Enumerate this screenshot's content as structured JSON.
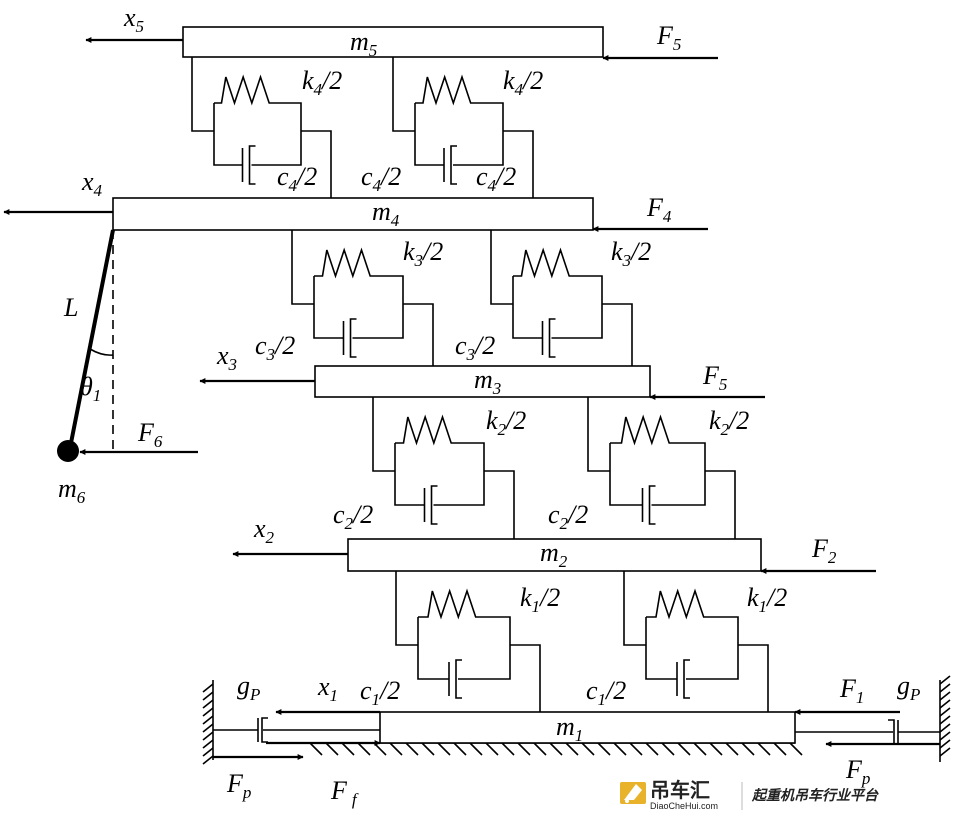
{
  "masses": {
    "m1": {
      "base": "m",
      "sub": "1"
    },
    "m2": {
      "base": "m",
      "sub": "2"
    },
    "m3": {
      "base": "m",
      "sub": "3"
    },
    "m4": {
      "base": "m",
      "sub": "4"
    },
    "m5": {
      "base": "m",
      "sub": "5"
    },
    "m6": {
      "base": "m",
      "sub": "6"
    }
  },
  "displacements": {
    "x1": {
      "base": "x",
      "sub": "1"
    },
    "x2": {
      "base": "x",
      "sub": "2"
    },
    "x3": {
      "base": "x",
      "sub": "3"
    },
    "x4": {
      "base": "x",
      "sub": "4"
    },
    "x5": {
      "base": "x",
      "sub": "5"
    }
  },
  "forces": {
    "F1": {
      "base": "F",
      "sub": "1"
    },
    "F2": {
      "base": "F",
      "sub": "2"
    },
    "F3_label": {
      "base": "F",
      "sub": "5"
    },
    "F4": {
      "base": "F",
      "sub": "4"
    },
    "F5": {
      "base": "F",
      "sub": "5"
    },
    "F6": {
      "base": "F",
      "sub": "6"
    },
    "Fp_left": {
      "base": "F",
      "sub": "p"
    },
    "Fp_right": {
      "base": "F",
      "sub": "p"
    },
    "Ff": {
      "base": "F",
      "sub": "f"
    }
  },
  "springs": {
    "k1": {
      "base": "k",
      "sub": "1",
      "tail": "/2"
    },
    "k2": {
      "base": "k",
      "sub": "2",
      "tail": "/2"
    },
    "k3": {
      "base": "k",
      "sub": "3",
      "tail": "/2"
    },
    "k4": {
      "base": "k",
      "sub": "4",
      "tail": "/2"
    }
  },
  "dampers": {
    "c1": {
      "base": "c",
      "sub": "1",
      "tail": "/2"
    },
    "c2": {
      "base": "c",
      "sub": "2",
      "tail": "/2"
    },
    "c3": {
      "base": "c",
      "sub": "3",
      "tail": "/2"
    },
    "c4": {
      "base": "c",
      "sub": "4",
      "tail": "/2"
    }
  },
  "pendulum": {
    "length": "L",
    "angle": {
      "base": "θ",
      "sub": "1"
    }
  },
  "ground_damper": {
    "base": "g",
    "sub": "P"
  },
  "watermark": {
    "brand_cn": "吊车汇",
    "brand_url": "DiaoCheHui.com",
    "slogan": "起重机吊车行业平台"
  }
}
